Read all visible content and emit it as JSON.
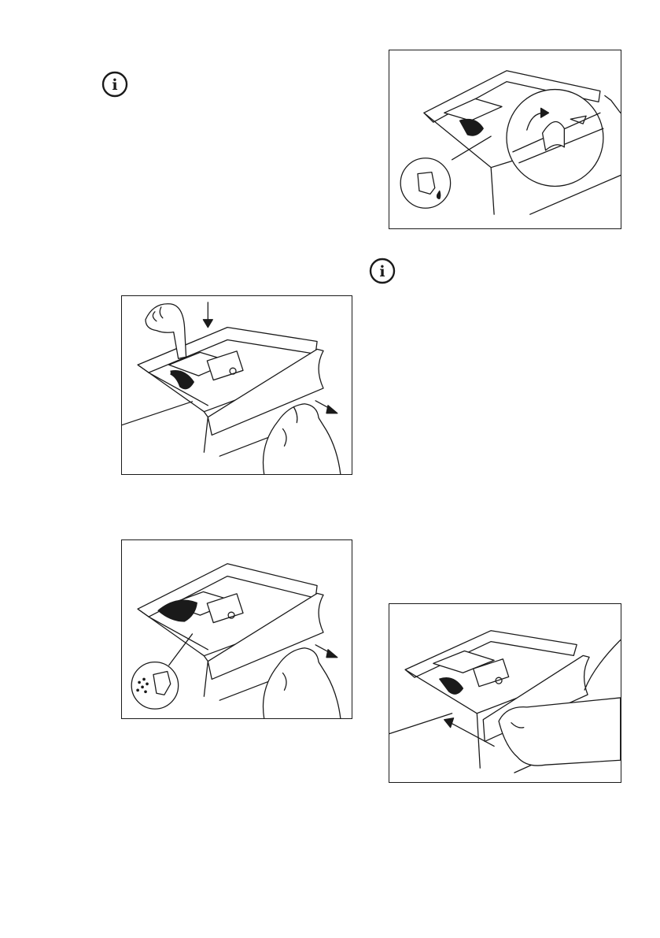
{
  "page": {
    "info_notes": [
      {
        "icon": "info-icon",
        "glyph": "i"
      },
      {
        "icon": "info-icon",
        "glyph": "i"
      }
    ],
    "figures": [
      {
        "name": "figure-press-lever-pull-drawer",
        "icons": [
          "hand-press-icon",
          "down-arrow-icon",
          "pull-arrow-icon"
        ]
      },
      {
        "name": "figure-powder-detergent-drawer",
        "icons": [
          "powder-detergent-icon",
          "pull-arrow-icon"
        ]
      },
      {
        "name": "figure-liquid-detergent-flap",
        "icons": [
          "liquid-detergent-icon",
          "flap-up-arrow-icon"
        ]
      },
      {
        "name": "figure-push-drawer-closed",
        "icons": [
          "push-arrow-icon"
        ]
      }
    ]
  },
  "colors": {
    "line": "#1a1a1a",
    "background": "#ffffff"
  }
}
